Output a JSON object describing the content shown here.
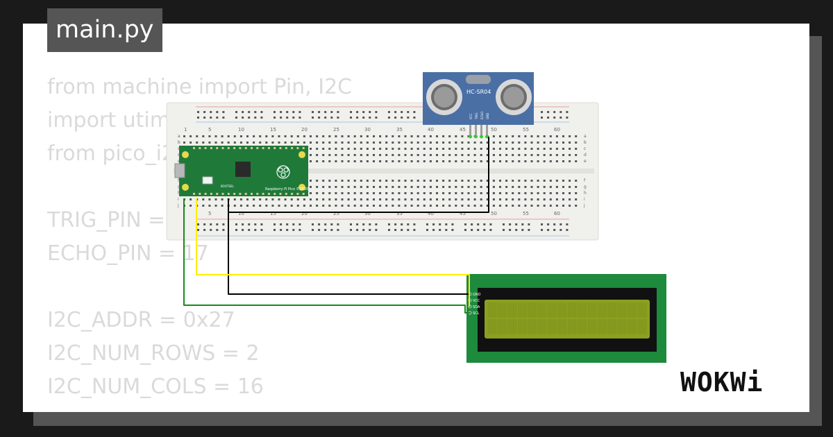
{
  "file_tab": {
    "label": "main.py"
  },
  "code_lines": [
    "from machine import Pin, I2C",
    "import utime",
    "from pico_i2c_lcd import I2cLcd",
    "",
    "TRIG_PIN = 16",
    "ECHO_PIN = 17",
    "",
    "I2C_ADDR = 0x27",
    "I2C_NUM_ROWS = 2",
    "I2C_NUM_COLS = 16"
  ],
  "breadboard": {
    "col_numbers": [
      "1",
      "5",
      "10",
      "15",
      "20",
      "25",
      "30",
      "35",
      "40",
      "45",
      "50",
      "55",
      "60"
    ],
    "row_letters_top": [
      "a",
      "b",
      "c",
      "d",
      "e"
    ],
    "row_letters_bottom": [
      "f",
      "g",
      "h",
      "i",
      "j"
    ]
  },
  "pico": {
    "label": "Raspberry Pi Pico ©2020",
    "bootsel_label": "BOOTSEL"
  },
  "sensor": {
    "label": "HC-SR04",
    "pins": [
      "VCC",
      "TRIG",
      "ECHO",
      "GND"
    ]
  },
  "lcd": {
    "pins": [
      "GND",
      "VCC",
      "SDA",
      "SCL"
    ]
  },
  "brand": {
    "logo_text": "WOKWi"
  },
  "colors": {
    "background": "#1a1a1a",
    "card": "#ffffff",
    "tab": "#555555",
    "code_text": "#dadada",
    "breadboard": "#f0f0ec",
    "pico_board": "#1f7a3a",
    "sensor_board": "#4a6fa5",
    "lcd_board": "#1d8a3c",
    "lcd_screen": "#8ca020",
    "wire_black": "#000000",
    "wire_yellow": "#ffee00",
    "wire_green": "#178a17"
  }
}
